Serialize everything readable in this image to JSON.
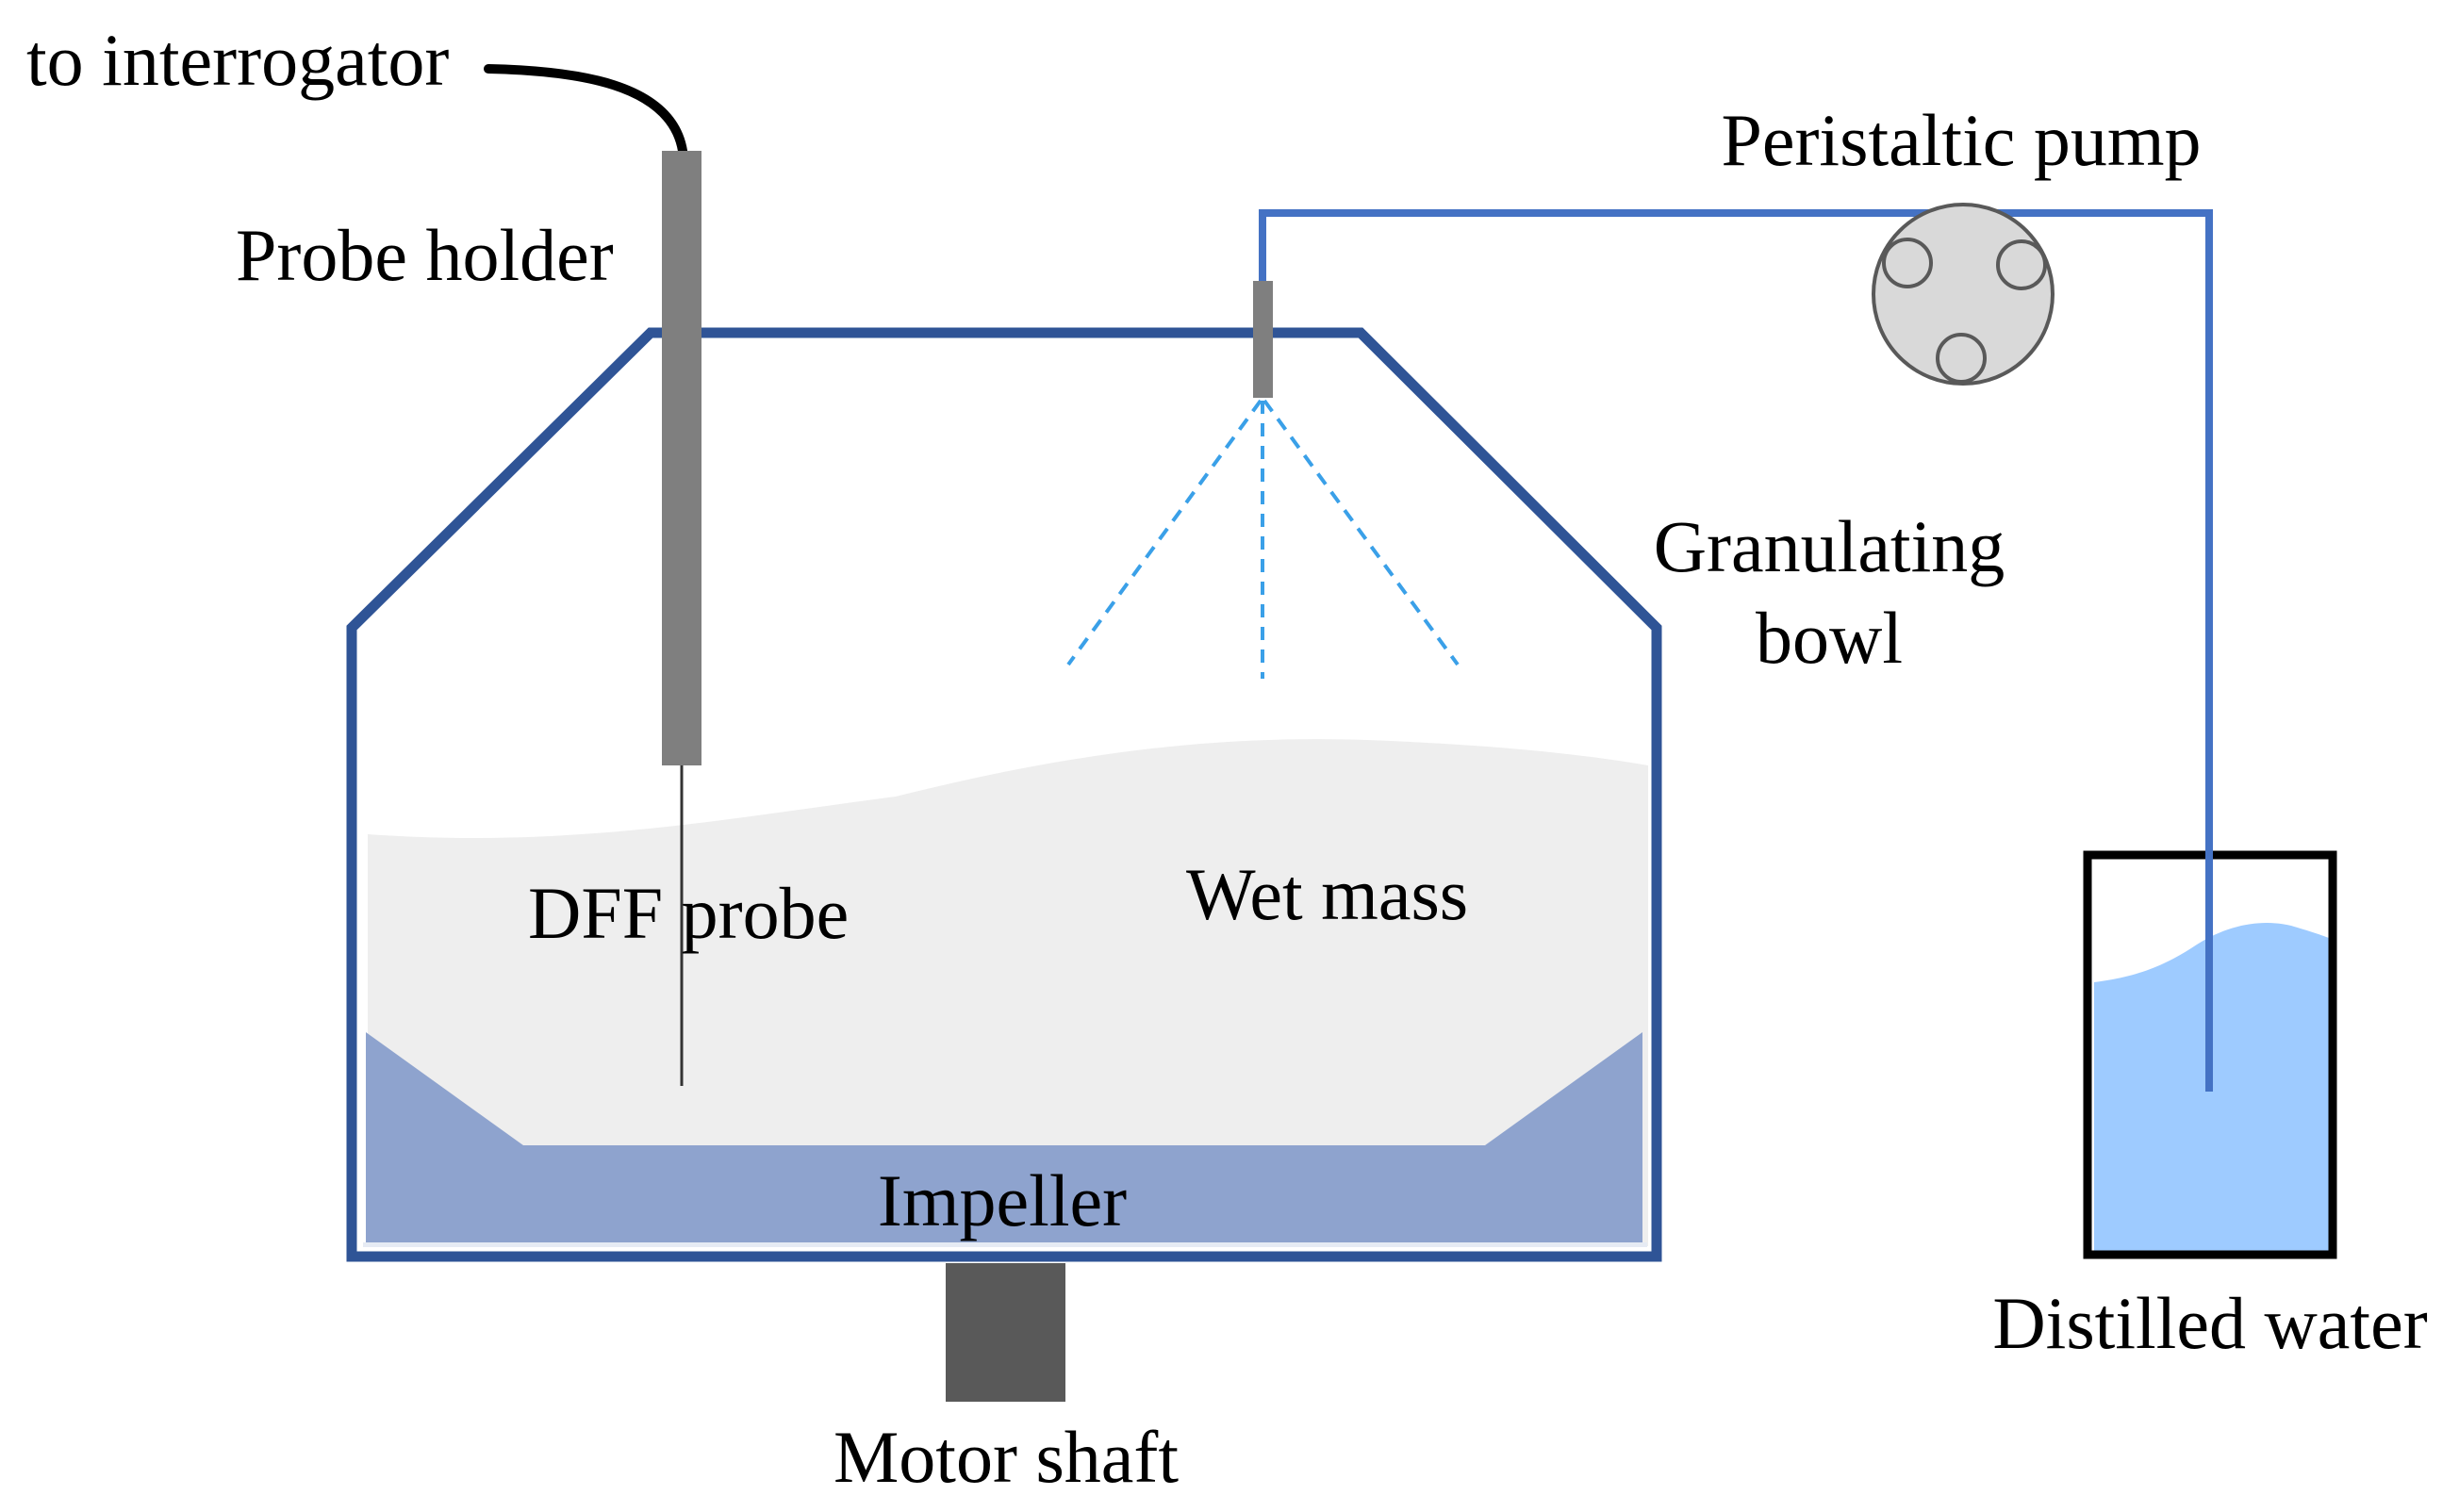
{
  "labels": {
    "to_interrogator": "to interrogator",
    "probe_holder": "Probe holder",
    "peristaltic_pump": "Peristaltic pump",
    "granulating_bowl_line1": "Granulating",
    "granulating_bowl_line2": "bowl",
    "dff_probe": "DFF probe",
    "wet_mass": "Wet mass",
    "impeller": "Impeller",
    "motor_shaft": "Motor shaft",
    "distilled_water": "Distilled water"
  },
  "colors": {
    "bowl_outline": "#2f5496",
    "tubing": "#4472c4",
    "spray": "#3aa0e8",
    "wet_mass": "#eeeeee",
    "impeller": "#8ea3ce",
    "probe_holder": "#7f7f7f",
    "motor_shaft": "#595959",
    "pump_body": "#d9d9d9",
    "pump_stroke": "#595959",
    "water": "#9ecbff",
    "container": "#000000",
    "cable": "#000000"
  },
  "icons": {
    "pump": "peristaltic-pump-icon",
    "nozzle": "spray-nozzle-icon"
  }
}
